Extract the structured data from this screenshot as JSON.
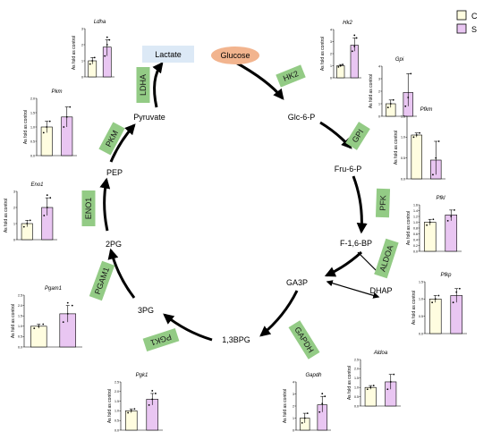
{
  "metabolites": {
    "glucose": "Glucose",
    "lactate": "Lactate",
    "glc6p": "Glc-6-P",
    "fru6p": "Fru-6-P",
    "f16bp": "F-1,6-BP",
    "dhap": "DHAP",
    "ga3p": "GA3P",
    "bpg13": "1,3BPG",
    "pg3": "3PG",
    "pg2": "2PG",
    "pep": "PEP",
    "pyruvate": "Pyruvate"
  },
  "enzymes": {
    "hk2": "HK2",
    "gpi": "GPI",
    "pfk": "PFK",
    "aldoa": "ALDOA",
    "gapdh": "GAPDH",
    "pgk1": "PGK1",
    "pgam1": "PGAM1",
    "eno1": "ENO1",
    "pkm": "PKM",
    "ldha": "LDHA"
  },
  "legend": {
    "c_label": "C",
    "s_label": "S",
    "c_color": "#FFFDE0",
    "s_color": "#E9C6F2"
  },
  "colors": {
    "enzyme_box": "#93CB85",
    "glucose_oval": "#F2B48E",
    "lactate_box": "#DCE9F6"
  },
  "y_axis_label": "As fold as control",
  "chart_data": [
    {
      "id": "ldha",
      "type": "bar",
      "title": "Ldha",
      "categories": [
        "C",
        "S"
      ],
      "values": [
        1.0,
        1.85
      ],
      "ylim": [
        0,
        3
      ],
      "yticks": [
        "0",
        "1",
        "2",
        "3"
      ],
      "points": {
        "C": [
          0.8,
          1.0,
          1.2
        ],
        "S": [
          1.3,
          2.0,
          2.3
        ]
      },
      "significant": [
        false,
        true
      ],
      "colors": [
        "#FFFDE0",
        "#E9C6F2"
      ]
    },
    {
      "id": "hk2",
      "type": "bar",
      "title": "Hk2",
      "categories": [
        "C",
        "S"
      ],
      "values": [
        1.0,
        2.7
      ],
      "ylim": [
        0,
        4
      ],
      "yticks": [
        "0",
        "1",
        "2",
        "3",
        "4"
      ],
      "points": {
        "C": [
          0.9,
          1.0,
          1.1
        ],
        "S": [
          2.2,
          2.6,
          3.3
        ]
      },
      "significant": [
        false,
        true
      ],
      "colors": [
        "#FFFDE0",
        "#E9C6F2"
      ]
    },
    {
      "id": "gpi",
      "type": "bar",
      "title": "Gpi",
      "categories": [
        "C",
        "S"
      ],
      "values": [
        1.0,
        1.9
      ],
      "ylim": [
        0,
        4
      ],
      "yticks": [
        "0",
        "1",
        "2",
        "3",
        "4"
      ],
      "points": {
        "C": [
          0.7,
          1.0,
          1.3
        ],
        "S": [
          0.8,
          1.5,
          3.4
        ]
      },
      "significant": [
        false,
        false
      ],
      "colors": [
        "#FFFDE0",
        "#E9C6F2"
      ]
    },
    {
      "id": "pfkm",
      "type": "bar",
      "title": "Pfkm",
      "categories": [
        "C",
        "S"
      ],
      "values": [
        1.05,
        0.45
      ],
      "ylim": [
        0,
        1.5
      ],
      "yticks": [
        "0.0",
        "0.5",
        "1.0",
        "1.5"
      ],
      "points": {
        "C": [
          1.0,
          1.05,
          1.1
        ],
        "S": [
          0.1,
          0.5,
          0.9
        ]
      },
      "significant": [
        false,
        false
      ],
      "colors": [
        "#FFFDE0",
        "#E9C6F2"
      ]
    },
    {
      "id": "pfkl",
      "type": "bar",
      "title": "Pfkl",
      "categories": [
        "C",
        "S"
      ],
      "values": [
        1.0,
        1.25
      ],
      "ylim": [
        0,
        1.6
      ],
      "yticks": [
        "0.0",
        "0.2",
        "0.4",
        "0.6",
        "0.8",
        "1.0",
        "1.2",
        "1.4",
        "1.6"
      ],
      "points": {
        "C": [
          0.9,
          1.0,
          1.1
        ],
        "S": [
          1.05,
          1.2,
          1.42
        ]
      },
      "significant": [
        false,
        false
      ],
      "colors": [
        "#FFFDE0",
        "#E9C6F2"
      ]
    },
    {
      "id": "pfkp",
      "type": "bar",
      "title": "Pfkp",
      "categories": [
        "C",
        "S"
      ],
      "values": [
        1.0,
        1.1
      ],
      "ylim": [
        0,
        1.5
      ],
      "yticks": [
        "0.0",
        "0.5",
        "1.0",
        "1.5"
      ],
      "points": {
        "C": [
          0.9,
          1.0,
          1.1
        ],
        "S": [
          0.9,
          1.2,
          1.3
        ]
      },
      "significant": [
        false,
        false
      ],
      "colors": [
        "#FFFDE0",
        "#E9C6F2"
      ]
    },
    {
      "id": "aldoa",
      "type": "bar",
      "title": "Aldoa",
      "categories": [
        "C",
        "S"
      ],
      "values": [
        1.0,
        1.3
      ],
      "ylim": [
        0,
        2.5
      ],
      "yticks": [
        "0.0",
        "0.5",
        "1.0",
        "1.5",
        "2.0",
        "2.5"
      ],
      "points": {
        "C": [
          0.9,
          1.0,
          1.1
        ],
        "S": [
          0.9,
          1.3,
          1.7
        ]
      },
      "significant": [
        false,
        false
      ],
      "colors": [
        "#FFFDE0",
        "#E9C6F2"
      ]
    },
    {
      "id": "gapdh",
      "type": "bar",
      "title": "Gapdh",
      "categories": [
        "C",
        "S"
      ],
      "values": [
        1.0,
        2.1
      ],
      "ylim": [
        0,
        4
      ],
      "yticks": [
        "0",
        "1",
        "2",
        "3",
        "4"
      ],
      "points": {
        "C": [
          0.6,
          1.0,
          1.4
        ],
        "S": [
          1.5,
          2.2,
          2.8
        ]
      },
      "significant": [
        false,
        true
      ],
      "colors": [
        "#FFFDE0",
        "#E9C6F2"
      ]
    },
    {
      "id": "pgk1",
      "type": "bar",
      "title": "Pgk1",
      "categories": [
        "C",
        "S"
      ],
      "values": [
        1.0,
        1.6
      ],
      "ylim": [
        0,
        2.5
      ],
      "yticks": [
        "0.0",
        "0.5",
        "1.0",
        "1.5",
        "2.0",
        "2.5"
      ],
      "points": {
        "C": [
          0.9,
          1.0,
          1.1
        ],
        "S": [
          1.3,
          1.6,
          1.9
        ]
      },
      "significant": [
        false,
        true
      ],
      "colors": [
        "#FFFDE0",
        "#E9C6F2"
      ]
    },
    {
      "id": "pgam1",
      "type": "bar",
      "title": "Pgam1",
      "categories": [
        "C",
        "S"
      ],
      "values": [
        1.0,
        1.6
      ],
      "ylim": [
        0,
        2.5
      ],
      "yticks": [
        "0.0",
        "0.5",
        "1.0",
        "1.5",
        "2.0",
        "2.5"
      ],
      "points": {
        "C": [
          0.9,
          1.0,
          1.1
        ],
        "S": [
          1.2,
          1.6,
          2.0
        ]
      },
      "significant": [
        false,
        true
      ],
      "colors": [
        "#FFFDE0",
        "#E9C6F2"
      ]
    },
    {
      "id": "eno1",
      "type": "bar",
      "title": "Eno1",
      "categories": [
        "C",
        "S"
      ],
      "values": [
        1.0,
        2.0
      ],
      "ylim": [
        0,
        3
      ],
      "yticks": [
        "0",
        "1",
        "2",
        "3"
      ],
      "points": {
        "C": [
          0.8,
          1.0,
          1.2
        ],
        "S": [
          1.5,
          2.0,
          2.6
        ]
      },
      "significant": [
        false,
        true
      ],
      "colors": [
        "#FFFDE0",
        "#E9C6F2"
      ]
    },
    {
      "id": "pkm",
      "type": "bar",
      "title": "Pkm",
      "categories": [
        "C",
        "S"
      ],
      "values": [
        1.0,
        1.35
      ],
      "ylim": [
        0,
        2.0
      ],
      "yticks": [
        "0.0",
        "0.5",
        "1.0",
        "1.5",
        "2.0"
      ],
      "points": {
        "C": [
          0.8,
          1.0,
          1.2
        ],
        "S": [
          1.0,
          1.35,
          1.7
        ]
      },
      "significant": [
        false,
        false
      ],
      "colors": [
        "#FFFDE0",
        "#E9C6F2"
      ]
    }
  ]
}
